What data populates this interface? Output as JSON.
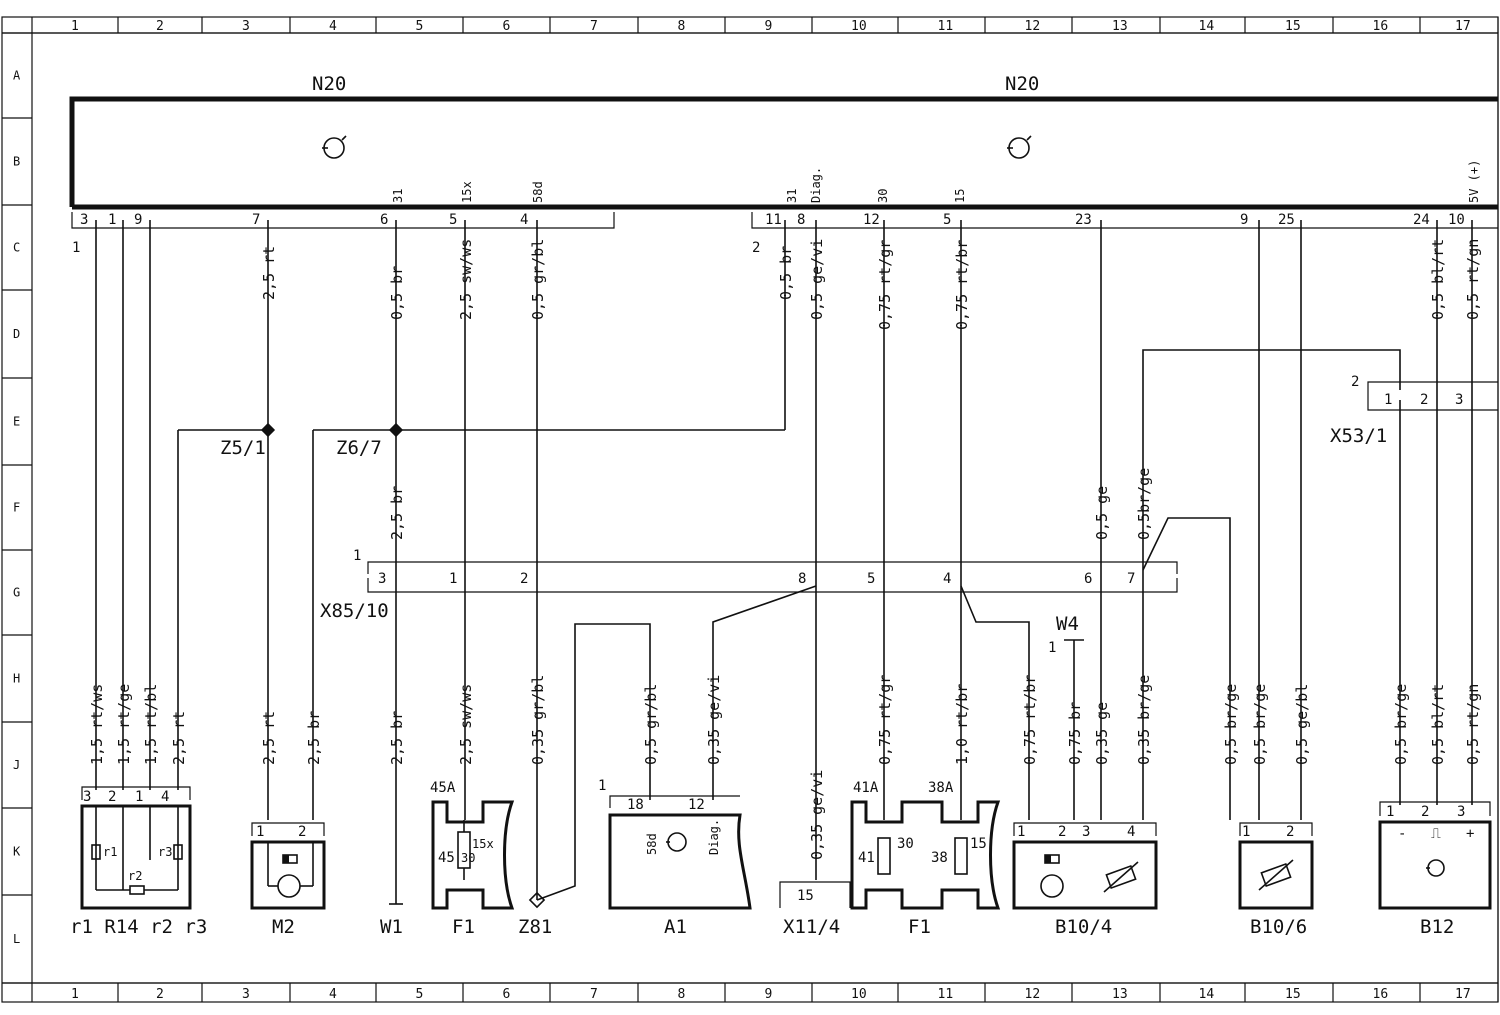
{
  "grid": {
    "columns": [
      "1",
      "2",
      "3",
      "4",
      "5",
      "6",
      "7",
      "8",
      "9",
      "10",
      "11",
      "12",
      "13",
      "14",
      "15",
      "16",
      "17"
    ],
    "rows": [
      "A",
      "B",
      "C",
      "D",
      "E",
      "F",
      "G",
      "H",
      "J",
      "K",
      "L"
    ]
  },
  "modules": {
    "n20_left": "N20",
    "n20_right": "N20"
  },
  "connectors": {
    "c1_index": "1",
    "c2_index": "2",
    "x53_index": "2",
    "x85_index": "1",
    "w4_index": "1",
    "a1_index": "1",
    "x53_name": "X53/1",
    "x85_name": "X85/10"
  },
  "n20_pins": [
    {
      "pin": "3",
      "term": ""
    },
    {
      "pin": "1",
      "term": ""
    },
    {
      "pin": "9",
      "term": ""
    },
    {
      "pin": "7",
      "term": ""
    },
    {
      "pin": "6",
      "term": "31"
    },
    {
      "pin": "5",
      "term": "15x"
    },
    {
      "pin": "4",
      "term": "58d"
    },
    {
      "pin": "11",
      "term": "31"
    },
    {
      "pin": "8",
      "term": "Diag."
    },
    {
      "pin": "12",
      "term": "30"
    },
    {
      "pin": "5",
      "term": "15"
    },
    {
      "pin": "23",
      "term": ""
    },
    {
      "pin": "9",
      "term": ""
    },
    {
      "pin": "25",
      "term": ""
    },
    {
      "pin": "24",
      "term": ""
    },
    {
      "pin": "10",
      "term": "5V (+)"
    }
  ],
  "wires_top": [
    "2,5 rt",
    "0,5 br",
    "2,5 sw/ws",
    "0,5 gr/bl",
    "0,5 br",
    "0,5 ge/vi",
    "0,75 rt/gr",
    "0,75 rt/br",
    "0,5 bl/rt",
    "0,5 rt/gn"
  ],
  "wires_mid": [
    "2,5 br",
    "0,5 ge",
    "0,5br/ge"
  ],
  "splices": [
    "Z5/1",
    "Z6/7"
  ],
  "x53_pins": [
    "1",
    "2",
    "3"
  ],
  "x85_pins": [
    "3",
    "1",
    "2",
    "8",
    "5",
    "4",
    "6",
    "7"
  ],
  "w4_label": "W4",
  "wires_bottom": [
    "1,5 rt/ws",
    "1,5 rt/ge",
    "1,5 rt/bl",
    "2,5 rt",
    "2,5 rt",
    "2,5 br",
    "2,5 br",
    "2,5 sw/ws",
    "0,35 gr/bl",
    "0,5 gr/bl",
    "0,35 ge/vi",
    "0,35 ge/vi",
    "0,75 rt/gr",
    "1,0 rt/br",
    "0,75 rt/br",
    "0,75 br",
    "0,35 ge",
    "0,35 br/ge",
    "0,5 br/ge",
    "0,5 br/ge",
    "0,5 ge/bl",
    "0,5 br/ge",
    "0,5 bl/rt",
    "0,5 rt/gn"
  ],
  "components": [
    {
      "name": "r1 R14  r2 r3"
    },
    {
      "name": "M2"
    },
    {
      "name": "W1"
    },
    {
      "name": "F1"
    },
    {
      "name": "Z81"
    },
    {
      "name": "A1"
    },
    {
      "name": "X11/4"
    },
    {
      "name": "F1"
    },
    {
      "name": "B10/4"
    },
    {
      "name": "B10/6"
    },
    {
      "name": "B12"
    }
  ],
  "r14": {
    "pins": [
      "3",
      "2",
      "1",
      "4"
    ],
    "r1": "r1",
    "r2": "r2",
    "r3": "r3"
  },
  "m2_pins": [
    "1",
    "2"
  ],
  "fuse_a": {
    "label": "45A",
    "pin_top": "15x",
    "pin_mid": "30",
    "num": "45"
  },
  "fuse_b": {
    "label1": "41A",
    "label2": "38A",
    "p1": "30",
    "n1": "41",
    "p2": "15",
    "n2": "38"
  },
  "a1": {
    "pins": [
      "18",
      "12"
    ],
    "terms": [
      "58d",
      "Diag."
    ]
  },
  "x11": {
    "pin": "15"
  },
  "b10_4_pins": [
    "1",
    "2",
    "3",
    "4"
  ],
  "b10_6_pins": [
    "1",
    "2"
  ],
  "b12": {
    "pins": [
      "1",
      "2",
      "3"
    ],
    "signs": [
      "-",
      "⎍",
      "+"
    ]
  }
}
